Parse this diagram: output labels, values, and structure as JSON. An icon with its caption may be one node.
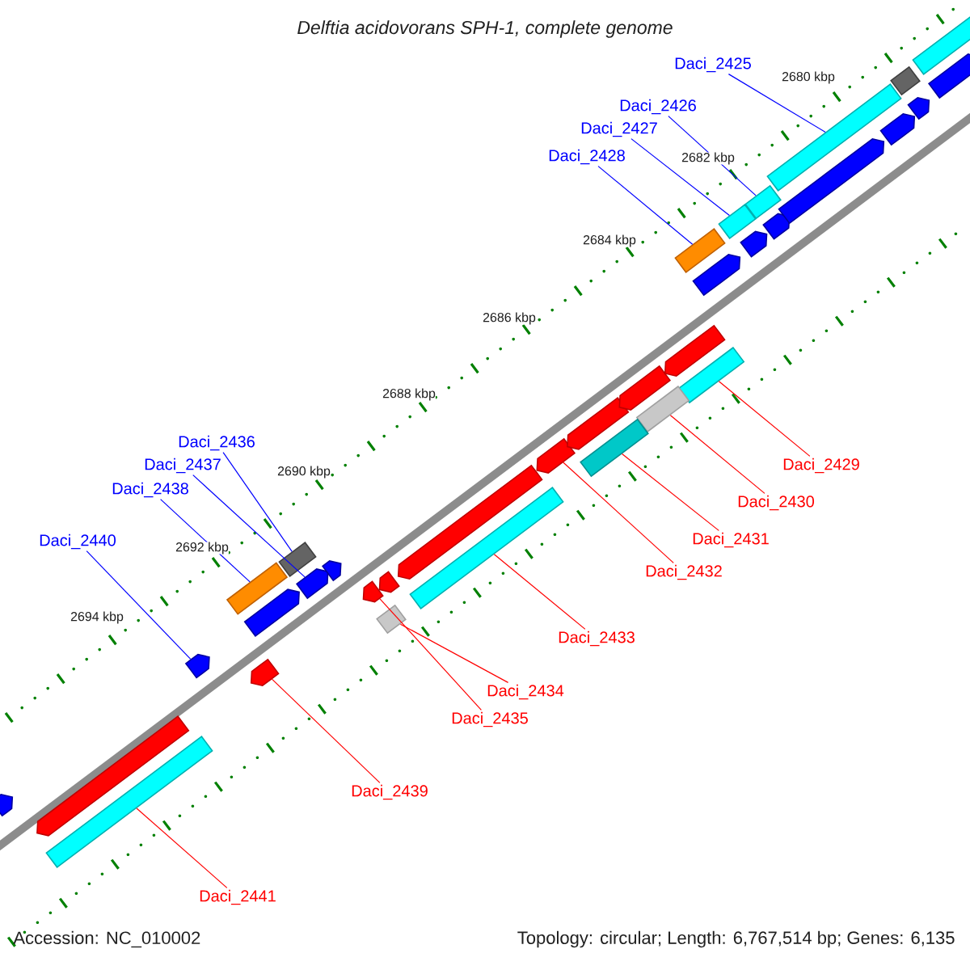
{
  "diagram": {
    "title": "Delftia acidovorans SPH-1, complete genome",
    "nodes": [
      {
        "text": [
          "Daci_2425"
        ]
      },
      {
        "text": [
          "Daci_2426"
        ]
      },
      {
        "text": [
          "Daci_2427"
        ]
      },
      {
        "text": [
          "Daci_2428"
        ]
      },
      {
        "text": [
          "Daci_2436"
        ]
      },
      {
        "text": [
          "Daci_2437"
        ]
      },
      {
        "text": [
          "Daci_2438"
        ]
      },
      {
        "text": [
          "Daci_2440"
        ]
      },
      {
        "text": [
          "Daci_2429"
        ]
      },
      {
        "text": [
          "Daci_2430"
        ]
      },
      {
        "text": [
          "Daci_2431"
        ]
      },
      {
        "text": [
          "Daci_2432"
        ]
      },
      {
        "text": [
          "Daci_2433"
        ]
      },
      {
        "text": [
          "Daci_2434"
        ]
      },
      {
        "text": [
          "Daci_2435"
        ]
      },
      {
        "text": [
          "Daci_2439"
        ]
      },
      {
        "text": [
          "Daci_2441"
        ]
      },
      {
        "text": [],
        "shape": "bar"
      },
      {
        "text": [],
        "shape": "bar"
      },
      {
        "text": [],
        "shape": "bar"
      },
      {
        "text": [],
        "shape": "bar"
      },
      {
        "text": [],
        "shape": "bar"
      },
      {
        "text": [],
        "shape": "arrow"
      },
      {
        "text": [],
        "shape": "bar"
      },
      {
        "text": [],
        "shape": "arrow"
      },
      {
        "text": [],
        "shape": "bar"
      },
      {
        "text": [],
        "shape": "bar"
      },
      {
        "text": [],
        "shape": "bar"
      },
      {
        "text": [],
        "shape": "arrow"
      },
      {
        "text": [],
        "shape": "bar"
      },
      {
        "text": [],
        "shape": "bar"
      },
      {
        "text": [],
        "shape": "arrow"
      },
      {
        "text": [],
        "shape": "arrow"
      },
      {
        "text": [],
        "shape": "bar"
      },
      {
        "text": [],
        "shape": "arrow"
      },
      {
        "text": [],
        "shape": "arrow"
      },
      {
        "text": [],
        "shape": "arrow"
      },
      {
        "text": [],
        "shape": "arrow"
      },
      {
        "text": [],
        "shape": "arrow"
      },
      {
        "text": [],
        "shape": "arrow"
      },
      {
        "text": [],
        "shape": "arrow"
      },
      {
        "text": [],
        "shape": "arrow"
      },
      {
        "text": [],
        "shape": "arrow"
      },
      {
        "text": [],
        "shape": "arrow"
      },
      {
        "text": [],
        "shape": "arrow"
      },
      {
        "text": [],
        "shape": "arrow"
      },
      {
        "text": [],
        "shape": "arrow"
      },
      {
        "text": [],
        "shape": "arrow"
      },
      {
        "text": [],
        "shape": "bar"
      },
      {
        "text": [],
        "shape": "arrow"
      },
      {
        "text": [],
        "shape": "bar"
      },
      {
        "text": [],
        "shape": "arrow"
      }
    ],
    "edges": [
      {
        "from": 0,
        "to": 17,
        "arrow": "none",
        "color": "#0000ff"
      },
      {
        "from": 1,
        "to": 18,
        "arrow": "none",
        "color": "#0000ff"
      },
      {
        "from": 2,
        "to": 19,
        "arrow": "none",
        "color": "#0000ff"
      },
      {
        "from": 3,
        "to": 20,
        "arrow": "none",
        "color": "#0000ff"
      },
      {
        "from": 4,
        "to": 21,
        "arrow": "none",
        "color": "#0000ff"
      },
      {
        "from": 5,
        "to": 22,
        "arrow": "none",
        "color": "#0000ff"
      },
      {
        "from": 6,
        "to": 23,
        "arrow": "none",
        "color": "#0000ff"
      },
      {
        "from": 7,
        "to": 24,
        "arrow": "none",
        "color": "#0000ff"
      },
      {
        "from": 8,
        "to": 25,
        "arrow": "none"
      },
      {
        "from": 9,
        "to": 26,
        "arrow": "none"
      },
      {
        "from": 10,
        "to": 27,
        "arrow": "none"
      },
      {
        "from": 11,
        "to": 28,
        "arrow": "none"
      },
      {
        "from": 12,
        "to": 29,
        "arrow": "none"
      },
      {
        "from": 13,
        "to": 30,
        "arrow": "none"
      },
      {
        "from": 14,
        "to": 31,
        "arrow": "none"
      },
      {
        "from": 15,
        "to": 32,
        "arrow": "none"
      },
      {
        "from": 16,
        "to": 33,
        "arrow": "none"
      }
    ],
    "labels": [
      "2680 kbp",
      "2682 kbp",
      "2684 kbp",
      "2686 kbp",
      "2688 kbp",
      "2690 kbp",
      "2692 kbp",
      "2694 kbp",
      "Accession: NC_010002",
      "Topology: circular; Length: 6,767,514 bp; Genes: 6,135"
    ]
  }
}
